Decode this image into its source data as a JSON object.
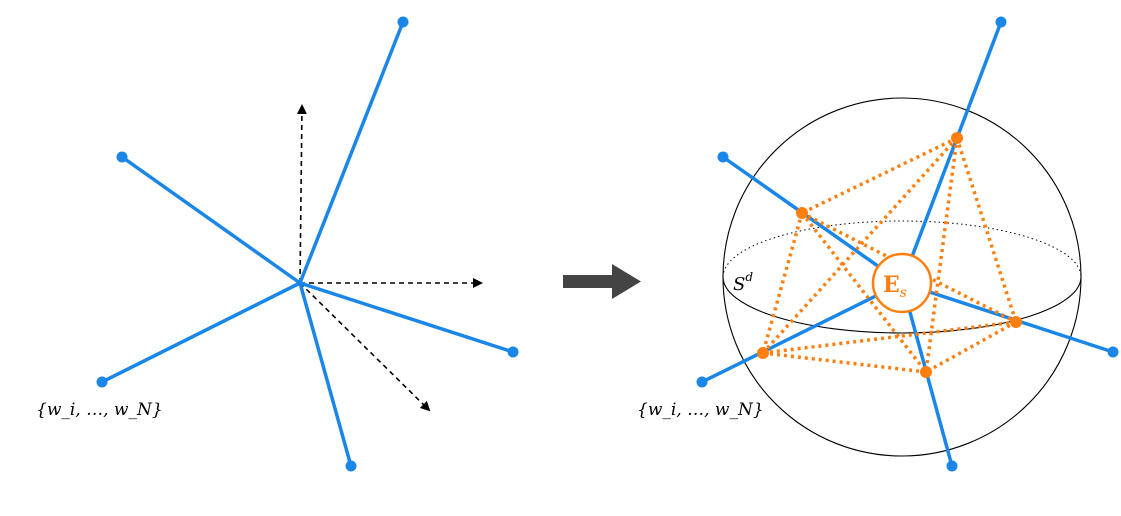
{
  "colors": {
    "blue": "#1a86e8",
    "orange": "#ff7f0e",
    "arrow": "#444444",
    "black": "#000000"
  },
  "left": {
    "label": "{w_i, …, w_N}"
  },
  "right": {
    "label": "{w_i, …, w_N}",
    "sphere_label": "S",
    "sphere_sup": "d",
    "center_label": "E",
    "center_sub": "s"
  },
  "transition_icon": "right-arrow-icon"
}
